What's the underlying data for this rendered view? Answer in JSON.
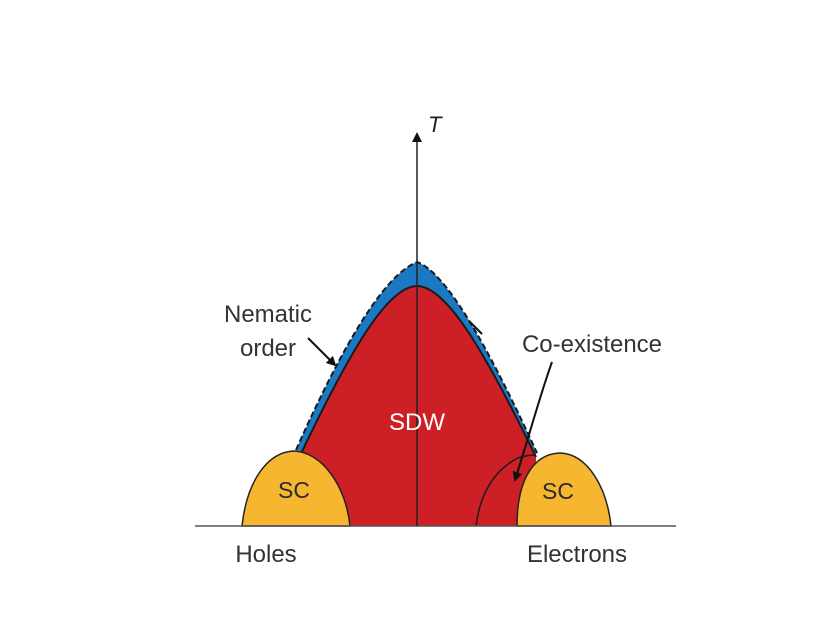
{
  "axis": {
    "y_label": "T"
  },
  "regions": {
    "sdw": "SDW",
    "sc_left": "SC",
    "sc_right": "SC"
  },
  "annotations": {
    "nematic_line1": "Nematic",
    "nematic_line2": "order",
    "coexistence": "Co-existence"
  },
  "doping": {
    "left": "Holes",
    "right": "Electrons"
  },
  "colors": {
    "sdw": "#cc1f26",
    "nematic": "#1b79c3",
    "sc": "#f6b62f"
  }
}
